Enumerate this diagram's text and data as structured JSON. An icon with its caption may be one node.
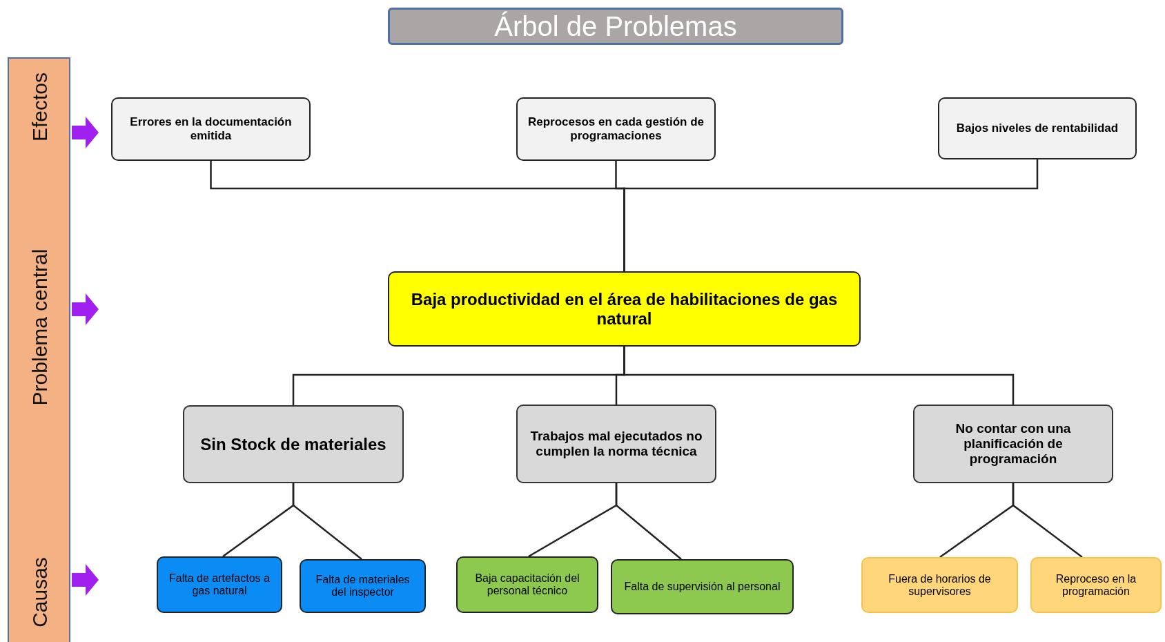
{
  "diagram": {
    "title": "Árbol de Problemas",
    "nodes": [
      {
        "text": [
          "Errores en la documentación emitida"
        ]
      },
      {
        "text": [
          "Reprocesos en cada gestión de programaciones"
        ]
      },
      {
        "text": [
          "Bajos niveles de rentabilidad"
        ]
      },
      {
        "text": [
          "Baja productividad en el área de habilitaciones de gas natural"
        ]
      },
      {
        "text": [
          "Sin Stock de materiales"
        ]
      },
      {
        "text": [
          "Trabajos mal ejecutados no cumplen la norma técnica"
        ]
      },
      {
        "text": [
          "No contar con una planificación de programación"
        ]
      },
      {
        "text": [
          "Falta de artefactos a gas natural"
        ]
      },
      {
        "text": [
          "Falta de materiales del inspector"
        ]
      },
      {
        "text": [
          "Baja capacitación del personal técnico"
        ]
      },
      {
        "text": [
          "Falta de supervisión al personal"
        ]
      },
      {
        "text": [
          "Fuera de horarios de supervisores"
        ]
      },
      {
        "text": [
          "Reproceso en la programación"
        ]
      }
    ],
    "edges": [
      {
        "from": 0,
        "to": 3,
        "arrow": "none"
      },
      {
        "from": 1,
        "to": 3,
        "arrow": "none"
      },
      {
        "from": 2,
        "to": 3,
        "arrow": "none"
      },
      {
        "from": 3,
        "to": 4,
        "arrow": "none"
      },
      {
        "from": 3,
        "to": 5,
        "arrow": "none"
      },
      {
        "from": 3,
        "to": 6,
        "arrow": "none"
      },
      {
        "from": 4,
        "to": 7,
        "arrow": "none"
      },
      {
        "from": 4,
        "to": 8,
        "arrow": "none"
      },
      {
        "from": 5,
        "to": 9,
        "arrow": "none"
      },
      {
        "from": 5,
        "to": 10,
        "arrow": "none"
      },
      {
        "from": 6,
        "to": 11,
        "arrow": "none"
      },
      {
        "from": 6,
        "to": 12,
        "arrow": "none"
      }
    ],
    "labels": [
      "Efectos",
      "Problema central",
      "Causas"
    ]
  }
}
